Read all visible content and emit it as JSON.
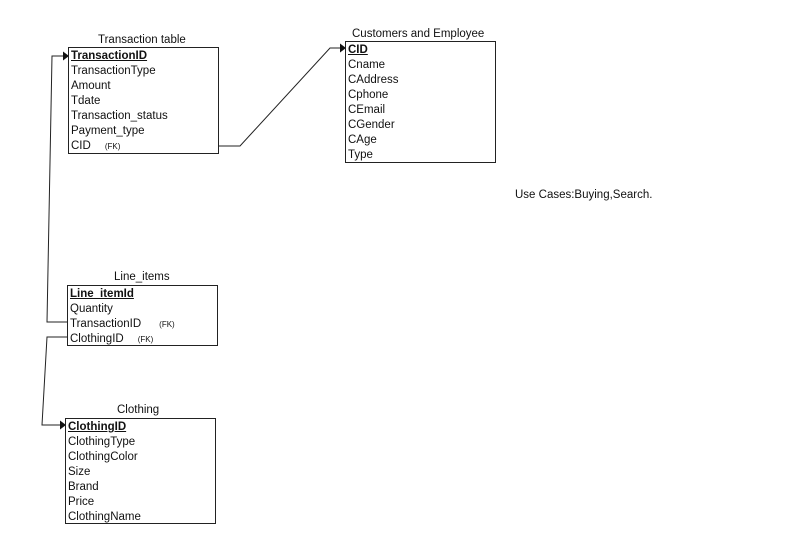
{
  "entities": {
    "transaction": {
      "title": "Transaction table",
      "pk": "TransactionID",
      "fields": [
        "TransactionType",
        "Amount",
        "Tdate",
        "Transaction_status",
        "Payment_type"
      ],
      "fk_field": "CID",
      "fk_tag": "(FK)"
    },
    "customers": {
      "title": "Customers and Employee",
      "pk": "CID",
      "fields": [
        "Cname",
        "CAddress",
        "Cphone",
        "CEmail",
        "CGender",
        "CAge",
        "Type"
      ]
    },
    "line_items": {
      "title": "Line_items",
      "pk": "Line_itemId",
      "fields": [
        "Quantity"
      ],
      "fk_fields": [
        {
          "name": "TransactionID",
          "tag": "(FK)"
        },
        {
          "name": "ClothingID",
          "tag": "(FK)"
        }
      ]
    },
    "clothing": {
      "title": "Clothing",
      "pk": "ClothingID",
      "fields": [
        "ClothingType",
        "ClothingColor",
        "Size",
        "Brand",
        "Price",
        "ClothingName"
      ]
    }
  },
  "note": "Use Cases:Buying,Search."
}
